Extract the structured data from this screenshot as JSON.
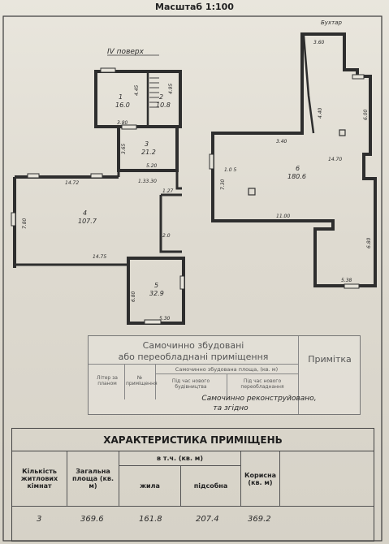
{
  "scale_label": "Масштаб 1:100",
  "plan": {
    "floor_label": "IV поверх",
    "corner_note": "Бухтар",
    "rooms": [
      {
        "no": "1",
        "area": "16.0"
      },
      {
        "no": "2",
        "area": "10.8"
      },
      {
        "no": "3",
        "area": "21.2"
      },
      {
        "no": "4",
        "area": "107.7"
      },
      {
        "no": "5",
        "area": "32.9"
      },
      {
        "no": "6",
        "area": "180.6"
      }
    ],
    "dims": [
      "3.60",
      "3.80",
      "4.45",
      "4.95",
      "3.65",
      "5.20",
      "14.72",
      "1.33.30",
      "1.27",
      "7.80",
      "2.0",
      "14.75",
      "6.80",
      "5.30",
      "3.40",
      "7.30",
      "4.40",
      "6.00",
      "14.70",
      "11.00",
      "6.80",
      "5.38",
      "1.0 5"
    ]
  },
  "stamp": {
    "title_line1": "Самочинно збудовані",
    "title_line2": "або переобладнані приміщення",
    "note_col": "Примітка",
    "col_letter": "Літер за планом",
    "col_number": "№ приміщення",
    "col_area": "Самочинно збудована площа, (кв. м)",
    "col_area_horizontal": "Під час нового будівництва",
    "col_area_reequip": "Під час нового переобладнання",
    "handwritten_line1": "Самочинно реконструйовано,",
    "handwritten_line2": "та згідно"
  },
  "table": {
    "title": "ХАРАКТЕРИСТИКА ПРИМІЩЕНЬ",
    "headers": {
      "rooms_count": "Кількість житлових кімнат",
      "total_area": "Загальна площа (кв. м)",
      "incl_group": "в т.ч. (кв. м)",
      "living": "жила",
      "auxiliary": "підсобна",
      "useful": "Корисна (кв. м)"
    },
    "values": {
      "rooms_count": "3",
      "total_area": "369.6",
      "living": "161.8",
      "auxiliary": "207.4",
      "useful": "369.2"
    }
  }
}
